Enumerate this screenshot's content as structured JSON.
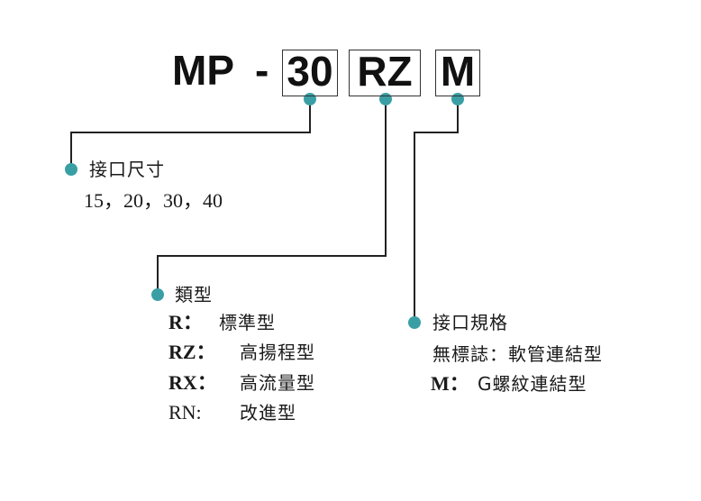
{
  "code": {
    "prefix": "MP",
    "dash": "-",
    "size": "30",
    "type": "RZ",
    "spec": "M"
  },
  "size_section": {
    "title": "接口尺寸",
    "values": "15，20，30，40"
  },
  "type_section": {
    "title": "類型",
    "options": [
      {
        "code": "R：",
        "label": "標準型"
      },
      {
        "code": "RZ：",
        "label": "高揚程型"
      },
      {
        "code": "RX：",
        "label": "高流量型"
      },
      {
        "code": "RN:",
        "label": "改進型"
      }
    ]
  },
  "spec_section": {
    "title": "接口規格",
    "options": [
      {
        "code": "",
        "label": "無標誌：軟管連結型"
      },
      {
        "code": "M：",
        "label": "G螺紋連結型"
      }
    ]
  },
  "colors": {
    "dot": "#3a9fa5",
    "line": "#222222"
  }
}
